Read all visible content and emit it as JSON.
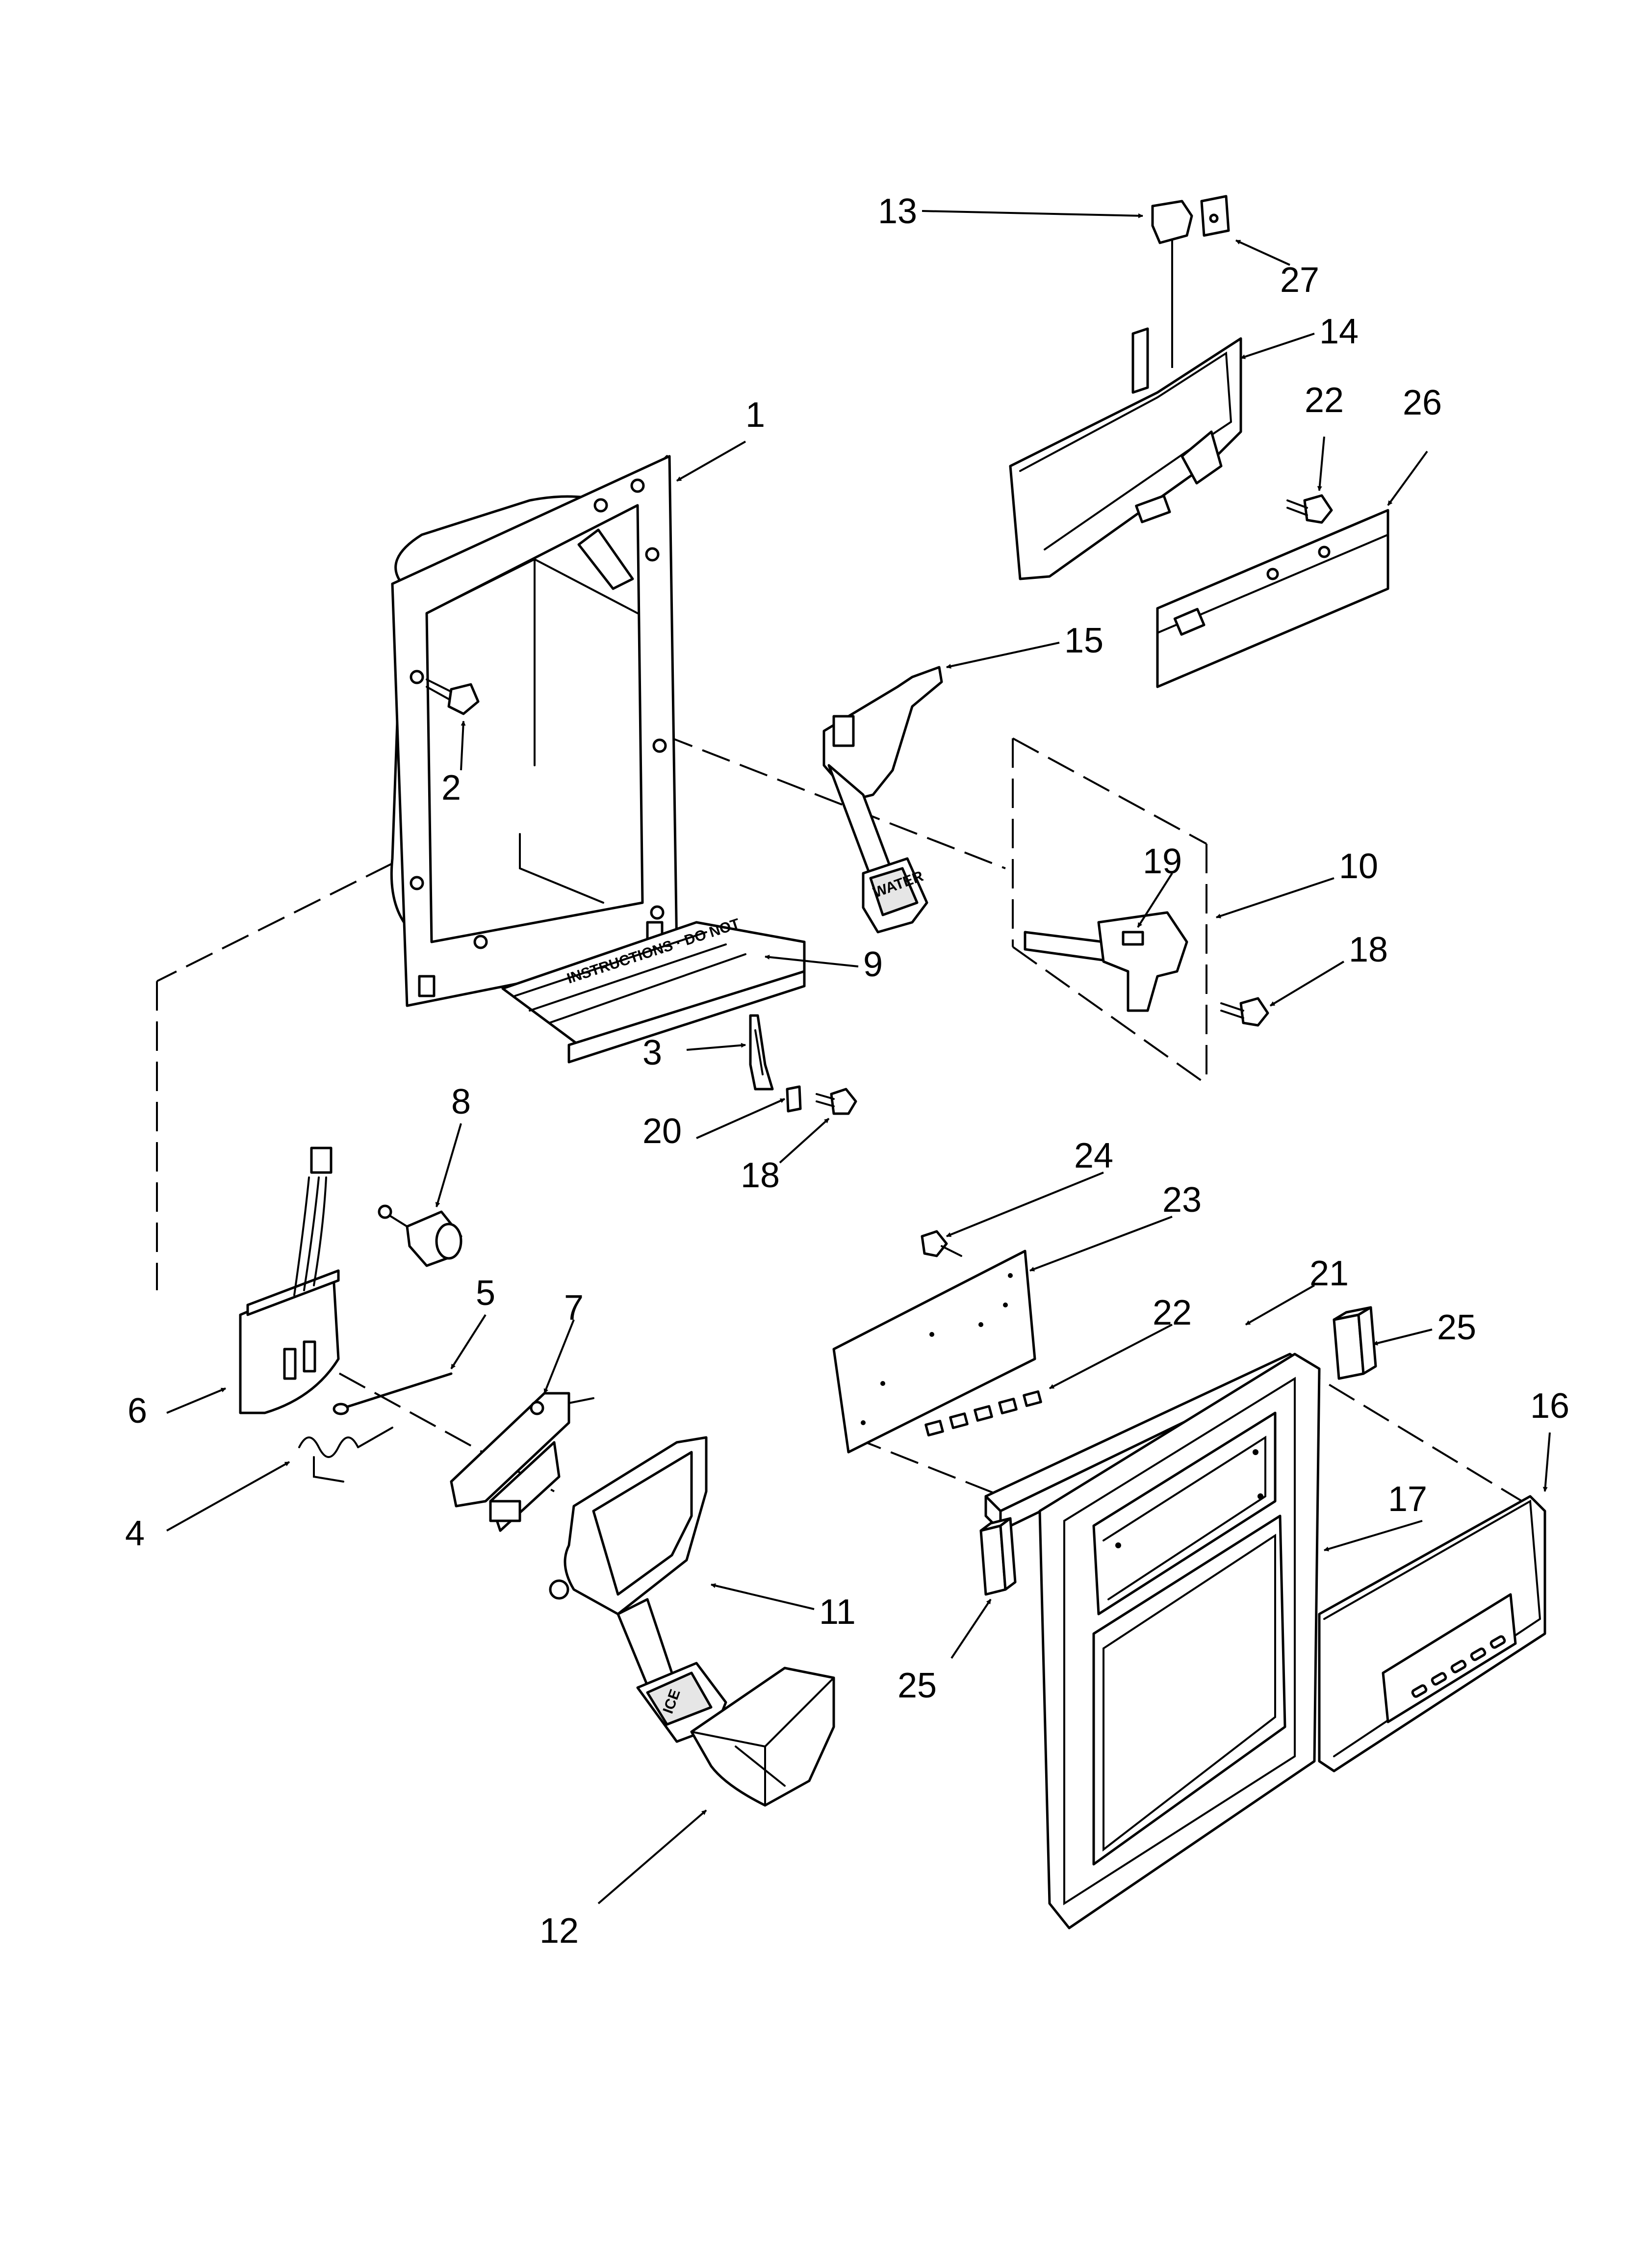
{
  "diagram": {
    "callouts": [
      {
        "id": "c13",
        "label": "13"
      },
      {
        "id": "c27",
        "label": "27"
      },
      {
        "id": "c14",
        "label": "14"
      },
      {
        "id": "c22a",
        "label": "22"
      },
      {
        "id": "c26",
        "label": "26"
      },
      {
        "id": "c1",
        "label": "1"
      },
      {
        "id": "c15",
        "label": "15"
      },
      {
        "id": "c2",
        "label": "2"
      },
      {
        "id": "c19",
        "label": "19"
      },
      {
        "id": "c10",
        "label": "10"
      },
      {
        "id": "c18a",
        "label": "18"
      },
      {
        "id": "c9",
        "label": "9"
      },
      {
        "id": "c3",
        "label": "3"
      },
      {
        "id": "c20",
        "label": "20"
      },
      {
        "id": "c18b",
        "label": "18"
      },
      {
        "id": "c8",
        "label": "8"
      },
      {
        "id": "c24",
        "label": "24"
      },
      {
        "id": "c23",
        "label": "23"
      },
      {
        "id": "c5",
        "label": "5"
      },
      {
        "id": "c7",
        "label": "7"
      },
      {
        "id": "c21",
        "label": "21"
      },
      {
        "id": "c22b",
        "label": "22"
      },
      {
        "id": "c25a",
        "label": "25"
      },
      {
        "id": "c6",
        "label": "6"
      },
      {
        "id": "c16",
        "label": "16"
      },
      {
        "id": "c4",
        "label": "4"
      },
      {
        "id": "c17",
        "label": "17"
      },
      {
        "id": "c11",
        "label": "11"
      },
      {
        "id": "c25b",
        "label": "25"
      },
      {
        "id": "c12",
        "label": "12"
      }
    ],
    "part_markings": {
      "ice_paddle_label": "ICE",
      "water_paddle_label": "WATER"
    }
  }
}
